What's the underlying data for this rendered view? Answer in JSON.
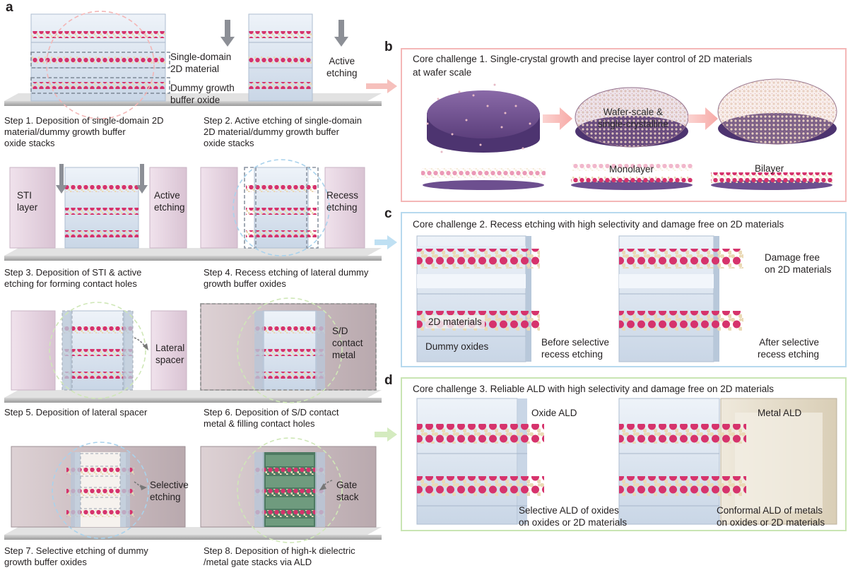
{
  "panel_a": {
    "letter": "a",
    "steps": [
      {
        "caption": "Step 1.  Deposition of single-domain 2D\n              material/dummy growth buffer\n              oxide stacks",
        "labels": [
          "Single-domain\n2D material",
          "Dummy growth\nbuffer oxide"
        ]
      },
      {
        "caption": "Step 2.  Active etching of single-domain\n              2D material/dummy growth buffer\n              oxide stacks",
        "labels": [
          "Active\netching"
        ]
      },
      {
        "caption": "Step 3.  Deposition of STI & active\n              etching for forming contact holes",
        "labels": [
          "STI\nlayer",
          "Active\netching"
        ]
      },
      {
        "caption": "Step 4.  Recess etching of lateral dummy\n              growth buffer oxides",
        "labels": [
          "Recess\netching"
        ]
      },
      {
        "caption": "Step 5.  Deposition of lateral spacer",
        "labels": [
          "Lateral\nspacer"
        ]
      },
      {
        "caption": "Step 6.  Deposition of S/D contact\n              metal & filling contact holes",
        "labels": [
          "S/D\ncontact\nmetal"
        ]
      },
      {
        "caption": "Step 7.  Selective etching of dummy\n              growth buffer oxides",
        "labels": [
          "Selective\netching"
        ]
      },
      {
        "caption": "Step 8.  Deposition of high-k dielectric\n              /metal gate stacks via ALD",
        "labels": [
          "Gate\nstack"
        ]
      }
    ]
  },
  "panel_b": {
    "letter": "b",
    "title": "Core challenge 1. Single-crystal growth and precise layer control of 2D materials",
    "title2": "at wafer scale",
    "labels": [
      "Wafer-scale &\nsingle-crystalline",
      "Monolayer",
      "Bilayer"
    ]
  },
  "panel_c": {
    "letter": "c",
    "title": "Core challenge 2. Recess etching with high selectivity and damage free on 2D materials",
    "labels": [
      "2D materials",
      "Dummy oxides",
      "Before selective\nrecess etching",
      "Damage free\non 2D materials",
      "After selective\nrecess etching"
    ]
  },
  "panel_d": {
    "letter": "d",
    "title": "Core challenge 3. Reliable ALD with high selectivity and damage free on 2D materials",
    "labels": [
      "Oxide ALD",
      "Metal ALD",
      "Selective ALD of oxides\non oxides or 2D materials",
      "Conformal ALD of metals\non oxides or 2D materials"
    ]
  },
  "colors": {
    "b_border": "#f4b7b7",
    "c_border": "#b7d9ee",
    "d_border": "#c9e5b3",
    "atom_pink": "#d6336c",
    "atom_cream": "#ead9b5",
    "wafer_purple": "#6d4f8f",
    "oxide_blue": "#d6e2ef",
    "sti_pink": "#e8d6e3",
    "metal_taupe": "#cdbfc3",
    "gate_green": "#6f9b7e"
  }
}
